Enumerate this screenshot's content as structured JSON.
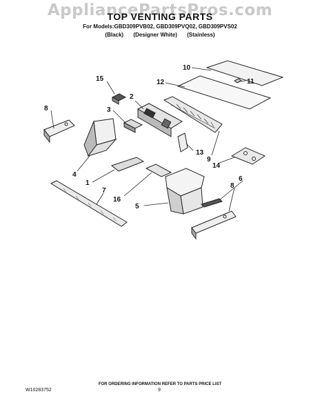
{
  "watermark": "AppliancePartsPros.com",
  "title": "TOP VENTING PARTS",
  "models_line": "For Models:GBD309PVB02, GBD309PVQ02, GBD309PVS02",
  "colors": [
    "(Black)",
    "(Designer White)",
    "(Stainless)"
  ],
  "callouts": {
    "c10": "10",
    "c11": "11",
    "c12": "12",
    "c15": "15",
    "c2": "2",
    "c3": "3",
    "c8a": "8",
    "c13": "13",
    "c9": "9",
    "c14": "14",
    "c4": "4",
    "c1": "1",
    "c7": "7",
    "c16": "16",
    "c6": "6",
    "c8b": "8",
    "c5": "5"
  },
  "footer": {
    "note": "FOR ORDERING INFORMATION REFER TO PARTS PRICE LIST",
    "doc_number": "W10283752",
    "page_number": "9"
  }
}
